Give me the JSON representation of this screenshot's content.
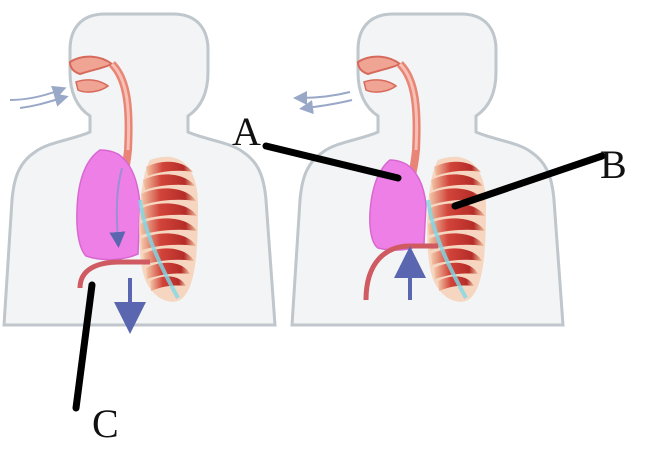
{
  "labels": {
    "a": "A",
    "b": "B",
    "c": "C"
  },
  "colors": {
    "body_fill": "#f2f4f5",
    "body_outline": "#bfc6cc",
    "lung": "#ee7fe6",
    "airway": "#e98576",
    "rib_red": "#c8362f",
    "rib_light": "#f6c9a9",
    "diaphragm": "#d05a62",
    "arrow": "#5a67b0",
    "pointer": "#000000"
  }
}
